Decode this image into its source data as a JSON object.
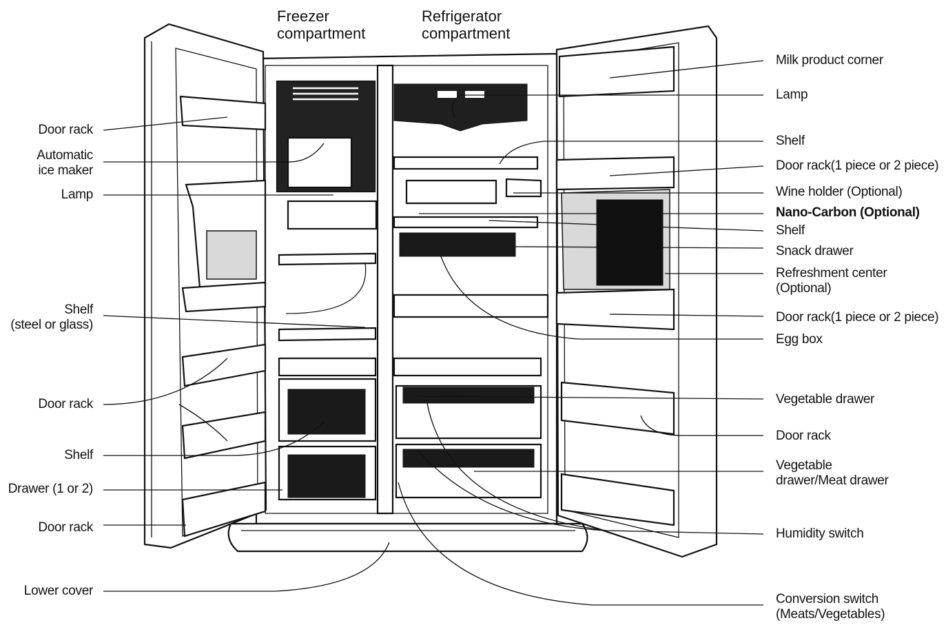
{
  "headers": {
    "freezer": [
      "Freezer",
      "compartment"
    ],
    "refrigerator": [
      "Refrigerator",
      "compartment"
    ]
  },
  "left_labels": [
    [
      "Door rack"
    ],
    [
      "Automatic",
      "ice maker"
    ],
    [
      "Lamp"
    ],
    [
      "Shelf",
      "(steel or glass)"
    ],
    [
      "Door rack"
    ],
    [
      "Shelf"
    ],
    [
      "Drawer (1 or 2)"
    ],
    [
      "Door rack"
    ],
    [
      "Lower cover"
    ]
  ],
  "right_labels": [
    [
      "Milk product corner"
    ],
    [
      "Lamp"
    ],
    [
      "Shelf"
    ],
    [
      "Door rack(1 piece or 2 piece)"
    ],
    [
      "Wine holder (Optional)"
    ],
    [
      "Nano-Carbon (Optional)"
    ],
    [
      "Shelf"
    ],
    [
      "Snack drawer"
    ],
    [
      "Refreshment center",
      "(Optional)"
    ],
    [
      "Door rack(1 piece or 2 piece)"
    ],
    [
      "Egg box"
    ],
    [
      "Vegetable drawer"
    ],
    [
      "Door rack"
    ],
    [
      "Vegetable",
      "drawer/Meat drawer"
    ],
    [
      "Humidity switch"
    ],
    [
      "Conversion switch",
      "(Meats/Vegetables)"
    ]
  ]
}
